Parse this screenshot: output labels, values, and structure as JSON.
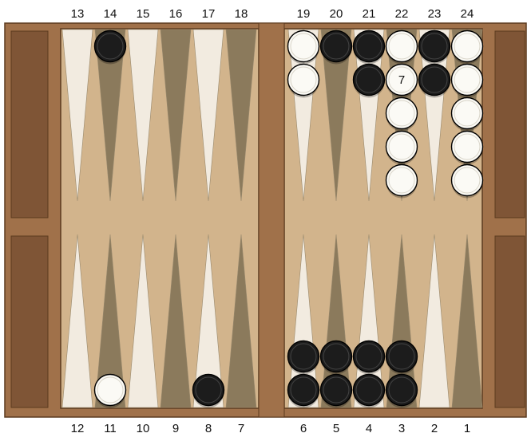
{
  "colors": {
    "frame": "#a0714a",
    "frame_edge": "#5b3a1f",
    "tray": "#7f5536",
    "felt": "#d2b48c",
    "point_dark": "#8b7a5c",
    "point_light": "#f2ebe0",
    "checker_black": "#1c1c1c",
    "checker_white": "#fbfaf5"
  },
  "point_labels": {
    "top": [
      "13",
      "14",
      "15",
      "16",
      "17",
      "18",
      "19",
      "20",
      "21",
      "22",
      "23",
      "24"
    ],
    "bottom": [
      "12",
      "11",
      "10",
      "9",
      "8",
      "7",
      "6",
      "5",
      "4",
      "3",
      "2",
      "1"
    ]
  },
  "positions": [
    {
      "point": 14,
      "color": "black",
      "count": 1
    },
    {
      "point": 19,
      "color": "white",
      "count": 2
    },
    {
      "point": 20,
      "color": "black",
      "count": 1
    },
    {
      "point": 21,
      "color": "black",
      "count": 2
    },
    {
      "point": 22,
      "color": "white",
      "count": 7,
      "label": "7"
    },
    {
      "point": 23,
      "color": "black",
      "count": 2
    },
    {
      "point": 24,
      "color": "white",
      "count": 5
    },
    {
      "point": 11,
      "color": "white",
      "count": 1
    },
    {
      "point": 8,
      "color": "black",
      "count": 1
    },
    {
      "point": 6,
      "color": "black",
      "count": 2
    },
    {
      "point": 5,
      "color": "black",
      "count": 2
    },
    {
      "point": 4,
      "color": "black",
      "count": 2
    },
    {
      "point": 3,
      "color": "black",
      "count": 2
    }
  ]
}
